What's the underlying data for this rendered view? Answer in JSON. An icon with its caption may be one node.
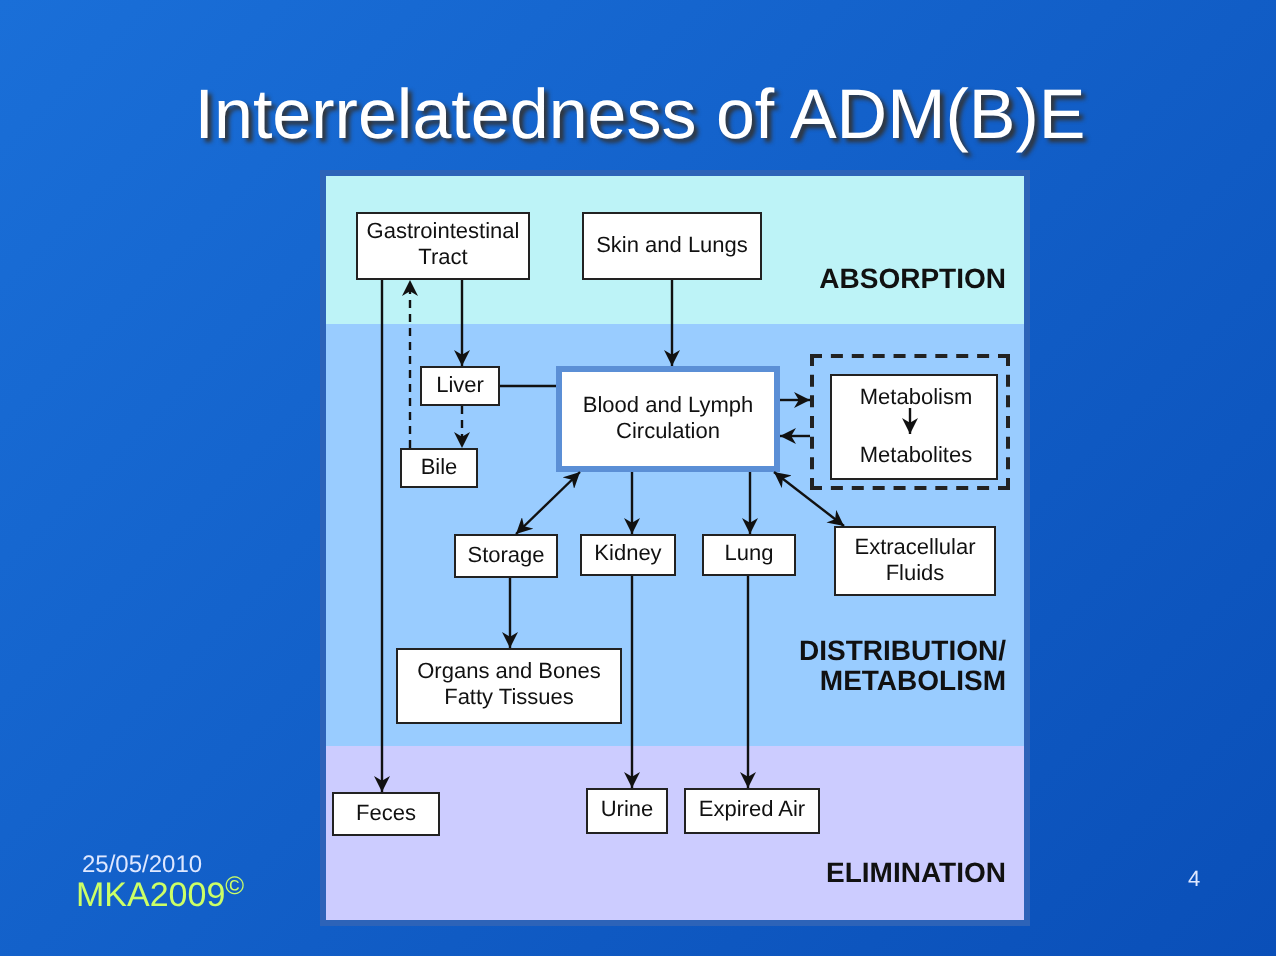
{
  "diagram": {
    "title": "Interrelatedness of ADM(B)E",
    "nodes": [
      {
        "text": [
          "ABSORPTION"
        ]
      },
      {
        "text": [
          "Gastrointestinal Tract"
        ],
        "in": 0
      },
      {
        "text": [
          "Skin and Lungs"
        ],
        "in": 0
      },
      {
        "text": [
          "DISTRIBUTION/ METABOLISM"
        ]
      },
      {
        "text": [
          "Liver"
        ],
        "in": 3
      },
      {
        "text": [
          "Bile"
        ],
        "in": 3
      },
      {
        "text": [
          "Blood and Lymph Circulation"
        ],
        "in": 3
      },
      {
        "text": [],
        "shape": "box",
        "in": 3
      },
      {
        "text": [],
        "shape": "box",
        "in": 7
      },
      {
        "text": [
          "Metabolism"
        ],
        "in": 8
      },
      {
        "text": [
          "Metabolites"
        ],
        "in": 8
      },
      {
        "text": [
          "Storage"
        ],
        "in": 3
      },
      {
        "text": [
          "Kidney"
        ],
        "in": 3
      },
      {
        "text": [
          "Lung"
        ],
        "in": 3
      },
      {
        "text": [
          "Extracellular Fluids"
        ],
        "in": 3
      },
      {
        "text": [
          "Organs and Bones Fatty Tissues"
        ],
        "in": 3
      },
      {
        "text": [
          "ELIMINATION"
        ]
      },
      {
        "text": [
          "Feces"
        ],
        "in": 16
      },
      {
        "text": [
          "Urine"
        ],
        "in": 16
      },
      {
        "text": [
          "Expired Air"
        ],
        "in": 16
      }
    ],
    "edges": [
      {
        "from": 1,
        "to": 4,
        "arrow": "to"
      },
      {
        "from": 2,
        "to": 6,
        "arrow": "to"
      },
      {
        "from": 4,
        "to": 6,
        "arrow": "none"
      },
      {
        "from": 4,
        "to": 5,
        "arrow": "to",
        "style": "dashed"
      },
      {
        "from": 5,
        "to": 1,
        "arrow": "to",
        "style": "dashed"
      },
      {
        "from": 6,
        "to": 7,
        "arrow": "to"
      },
      {
        "from": 7,
        "to": 6,
        "arrow": "to"
      },
      {
        "from": 9,
        "to": 10,
        "arrow": "to"
      },
      {
        "from": 6,
        "to": 11,
        "arrow": "both"
      },
      {
        "from": 6,
        "to": 12,
        "arrow": "to"
      },
      {
        "from": 6,
        "to": 13,
        "arrow": "to"
      },
      {
        "from": 6,
        "to": 14,
        "arrow": "both"
      },
      {
        "from": 11,
        "to": 15,
        "arrow": "to"
      },
      {
        "from": 12,
        "to": 18,
        "arrow": "to"
      },
      {
        "from": 13,
        "to": 19,
        "arrow": "to"
      },
      {
        "from": 1,
        "to": 17,
        "arrow": "to"
      }
    ],
    "labels": [
      "25/05/2010",
      "MKA2009$^{©}$",
      "4"
    ]
  }
}
